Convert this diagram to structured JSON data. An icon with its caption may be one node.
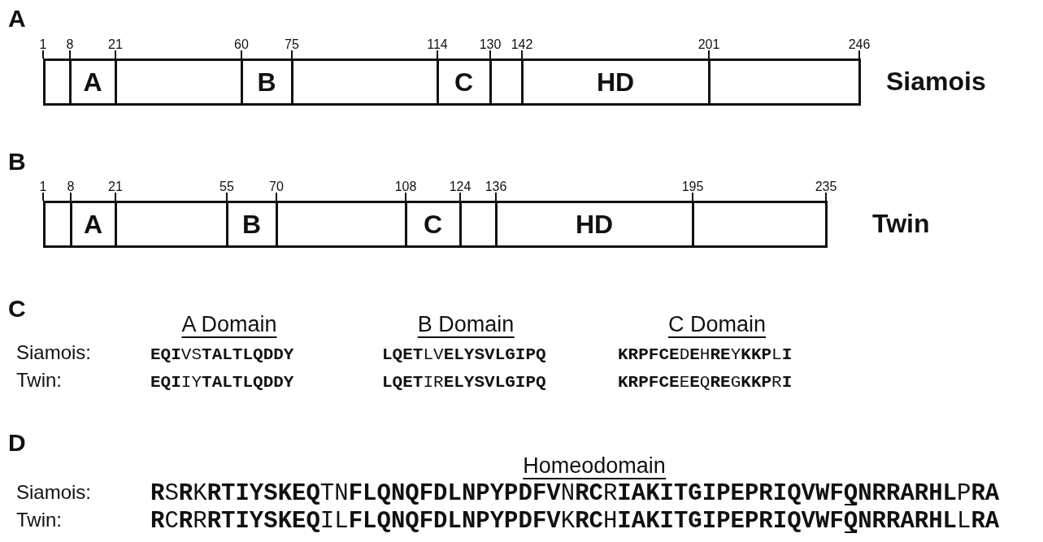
{
  "diagram": {
    "nodes": [
      {
        "text": [],
        "shape": "box"
      },
      {
        "text": [
          "A"
        ]
      },
      {
        "text": [],
        "shape": "box"
      },
      {
        "text": [
          "B"
        ]
      },
      {
        "text": [],
        "shape": "box"
      },
      {
        "text": [
          "C"
        ]
      },
      {
        "text": [],
        "shape": "box"
      },
      {
        "text": [
          "HD"
        ]
      },
      {
        "text": [],
        "shape": "box"
      },
      {
        "text": [],
        "shape": "box"
      },
      {
        "text": [
          "A"
        ]
      },
      {
        "text": [],
        "shape": "box"
      },
      {
        "text": [
          "B"
        ]
      },
      {
        "text": [],
        "shape": "box"
      },
      {
        "text": [
          "C"
        ]
      },
      {
        "text": [],
        "shape": "box"
      },
      {
        "text": [
          "HD"
        ]
      },
      {
        "text": [],
        "shape": "box"
      }
    ],
    "edges": [],
    "labels": [
      "A",
      "1",
      "8",
      "21",
      "60",
      "75",
      "114",
      "130",
      "142",
      "201",
      "246",
      "Siamois",
      "B",
      "1",
      "8",
      "21",
      "55",
      "70",
      "108",
      "124",
      "136",
      "195",
      "235",
      "Twin",
      "C",
      "A Domain",
      "B Domain",
      "C Domain",
      "Siamois:",
      "**EQI**VS**TALTLQDDY**",
      "**LQET**LV**ELYSVLGIPQ**",
      "**KRPFCE**D**E**H**RE**Y**KKP**L**I**",
      "Twin:",
      "**EQI**IY**TALTLQDDY**",
      "**LQET**IR**ELYSVLGIPQ**",
      "**KRPFCE**E**E**Q**RE**G**KKP**R**I**",
      "D",
      "Homeodomain",
      "Siamois:",
      "**R**S**R**K**RTIYSKEQ**TN**FLQNQFDLNPYPDFV**N**RC**R**IAKITGIPEPRIQVWFQNRRARHL**P**RA**",
      "Twin:",
      "**R**C**R**R**RTIYSKEQ**IL**FLQNQFDLNPYPDFV**K**RC**H**IAKITGIPEPRIQVWFQNRRARHL**L**RA**"
    ]
  }
}
